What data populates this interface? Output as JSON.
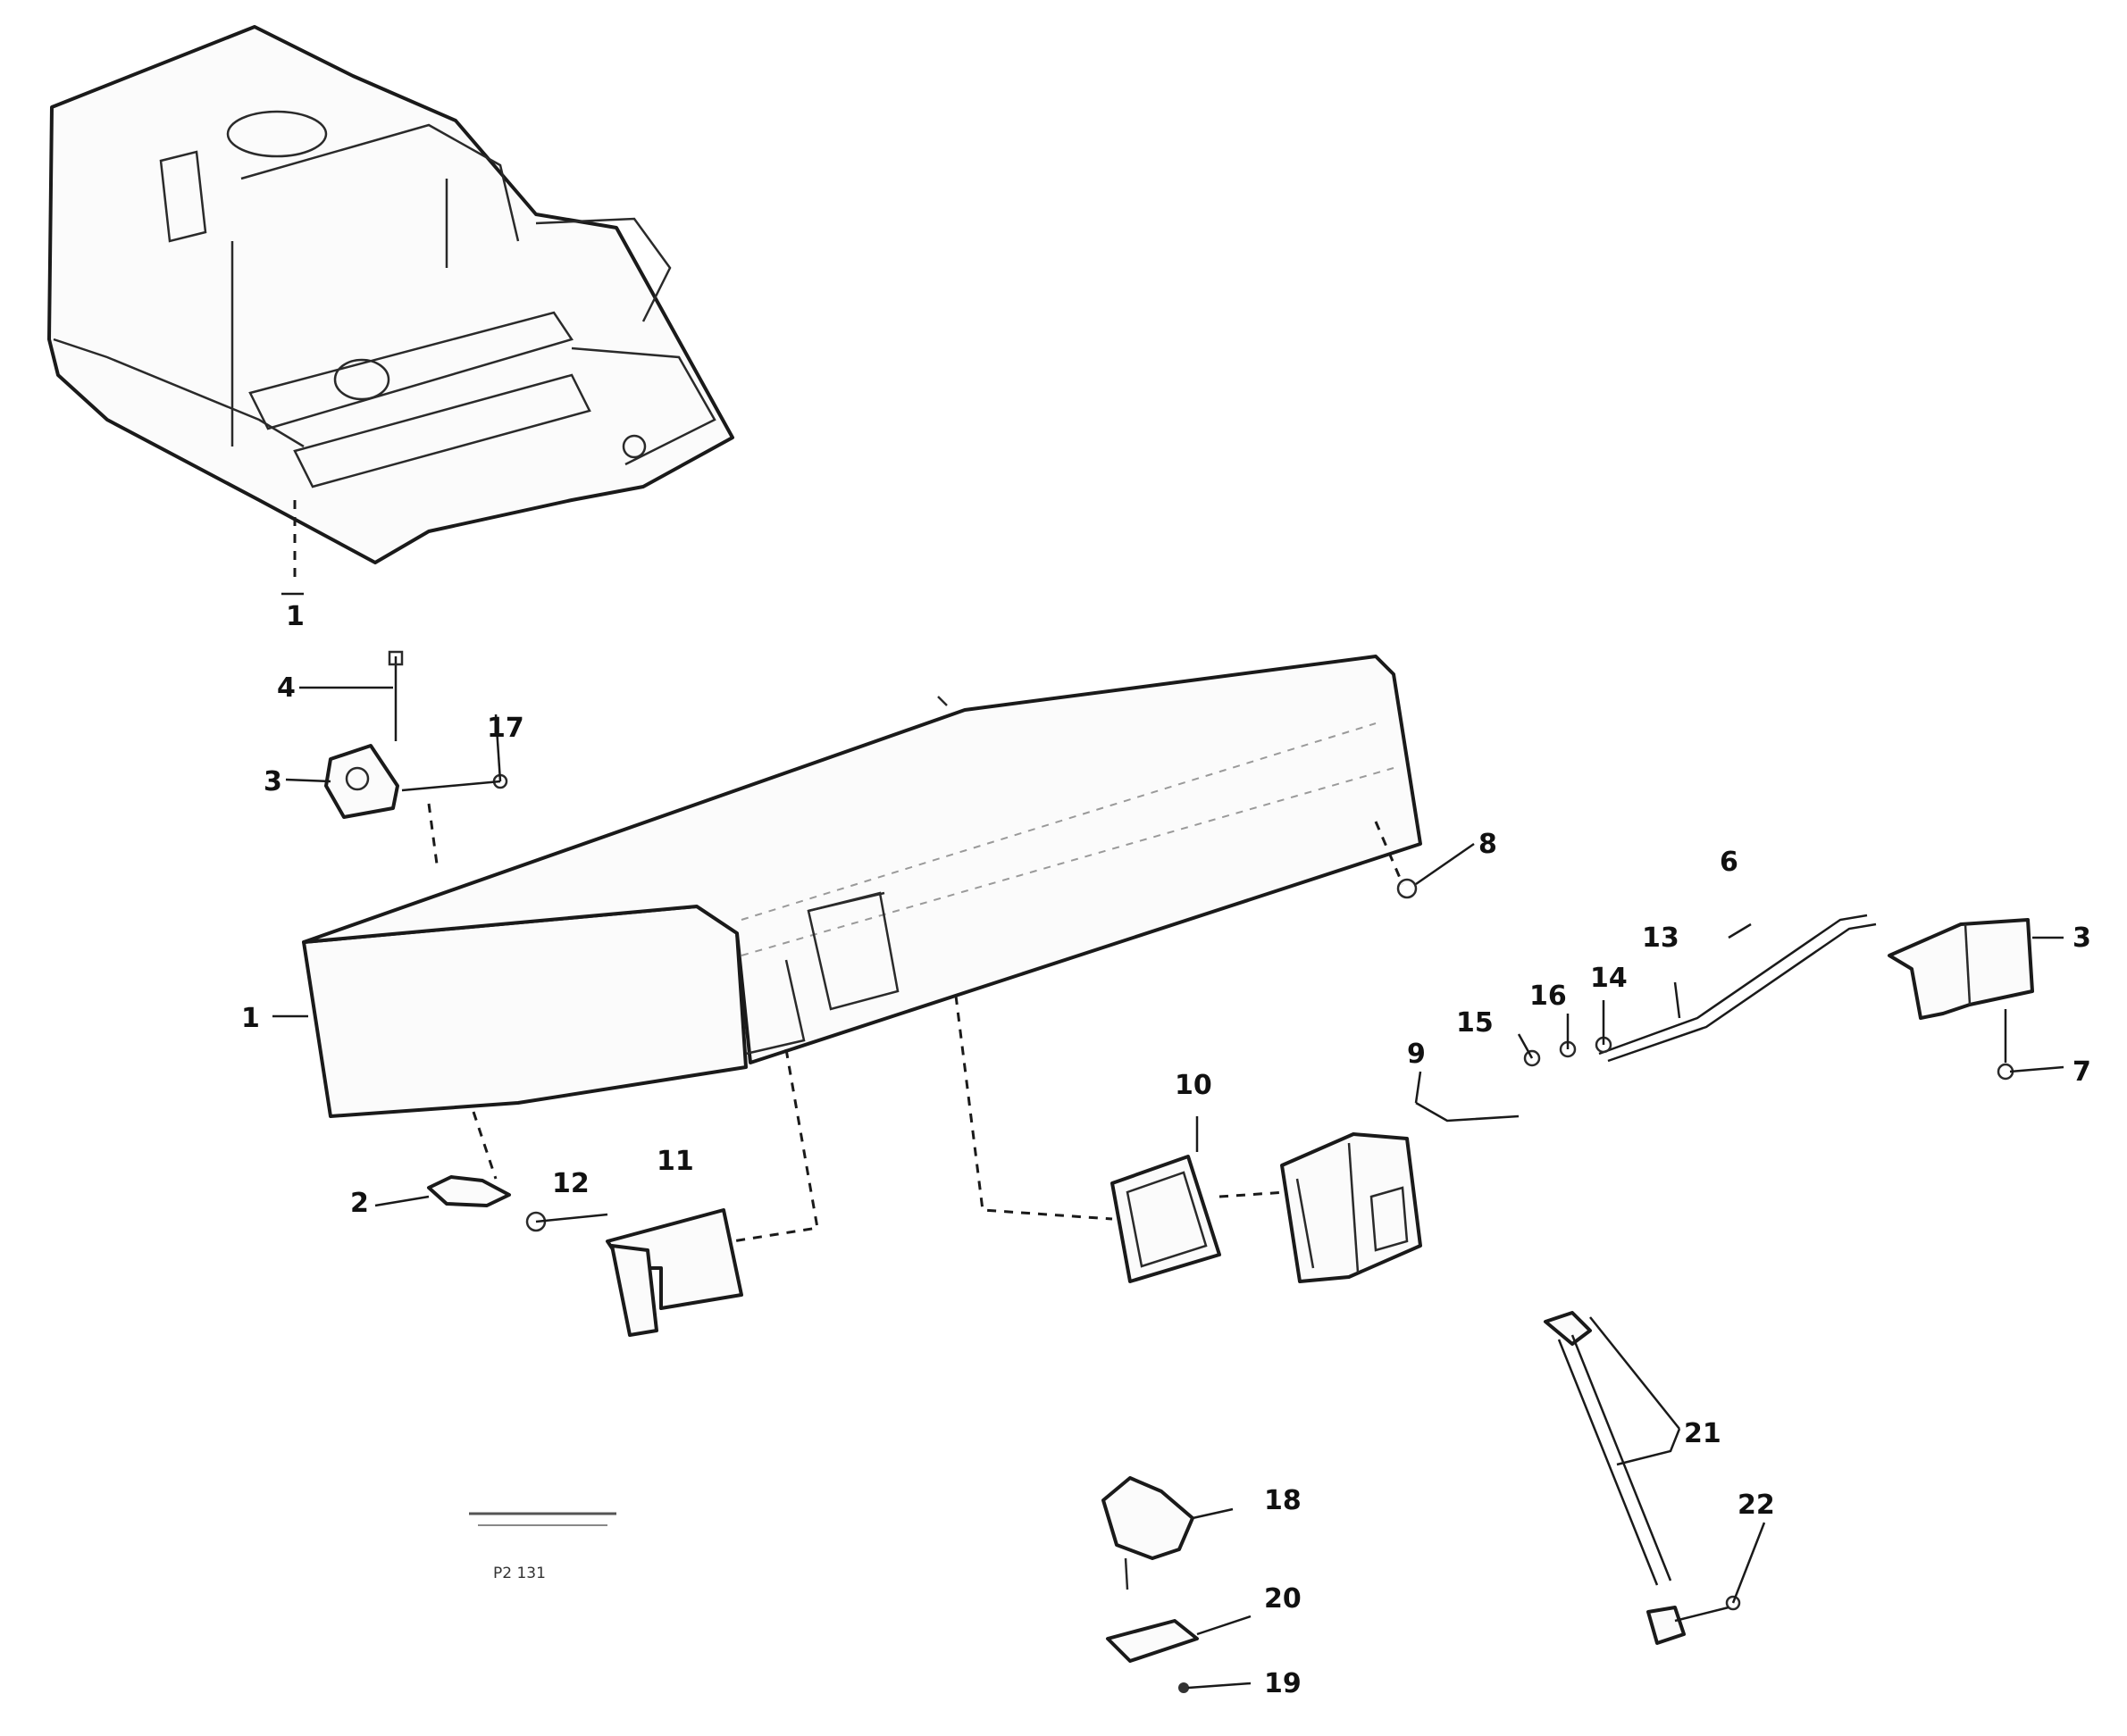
{
  "labels": {
    "c1_top": "1",
    "c1_left": "1",
    "c2": "2",
    "c3_left": "3",
    "c3_right": "3",
    "c4": "4",
    "c6": "6",
    "c7": "7",
    "c8": "8",
    "c9": "9",
    "c10": "10",
    "c11": "11",
    "c12": "12",
    "c13": "13",
    "c14": "14",
    "c15": "15",
    "c16": "16",
    "c17": "17",
    "c18": "18",
    "c19": "19",
    "c20": "20",
    "c21": "21",
    "c22": "22"
  },
  "figure_code": "P2 131"
}
